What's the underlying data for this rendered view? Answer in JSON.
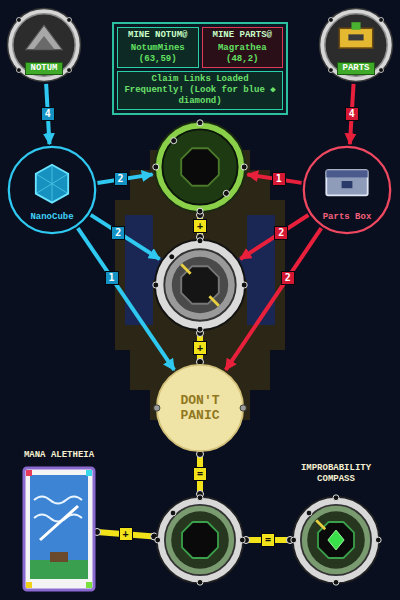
{
  "diagram": {
    "nodes": [
      {
        "text": [
          "NOTUM"
        ]
      },
      {
        "text": [
          "MINE NOTUM@",
          "NotumMines (63,59)",
          "MINE PARTS@",
          "Magrathea (48,2)",
          "Claim Links Loaded Frequently! (Look for blue ◆ diamond)"
        ]
      },
      {
        "text": [
          "PARTS"
        ]
      },
      {
        "text": [
          "NanoCube"
        ]
      },
      {
        "text": []
      },
      {
        "text": [
          "Parts Box"
        ]
      },
      {
        "text": []
      },
      {
        "text": [
          "DON'T PANIC"
        ]
      },
      {
        "text": [
          "MANA ALETHEIA"
        ]
      },
      {
        "text": []
      },
      {
        "text": [
          "IMPROBABILITY COMPASS"
        ]
      }
    ],
    "edges": [
      {
        "from": 0,
        "to": 3,
        "arrow": "to",
        "label": "4"
      },
      {
        "from": 2,
        "to": 5,
        "arrow": "to",
        "label": "4"
      },
      {
        "from": 3,
        "to": 4,
        "arrow": "to",
        "label": "2"
      },
      {
        "from": 5,
        "to": 4,
        "arrow": "to",
        "label": "1"
      },
      {
        "from": 3,
        "to": 6,
        "arrow": "to",
        "label": "2"
      },
      {
        "from": 5,
        "to": 6,
        "arrow": "to",
        "label": "2"
      },
      {
        "from": 3,
        "to": 7,
        "arrow": "to",
        "label": "1"
      },
      {
        "from": 5,
        "to": 7,
        "arrow": "to",
        "label": "2"
      },
      {
        "from": 4,
        "to": 6,
        "arrow": "none",
        "label": "+"
      },
      {
        "from": 6,
        "to": 7,
        "arrow": "none",
        "label": "+"
      },
      {
        "from": 7,
        "to": 9,
        "arrow": "none",
        "label": "="
      },
      {
        "from": 8,
        "to": 9,
        "arrow": "none",
        "label": "+"
      },
      {
        "from": 9,
        "to": 10,
        "arrow": "none",
        "label": "="
      }
    ]
  }
}
